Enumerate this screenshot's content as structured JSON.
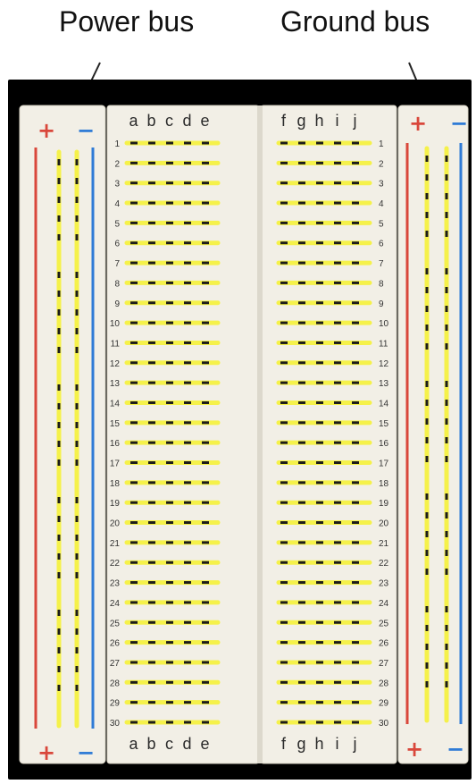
{
  "labels": {
    "power": "Power bus",
    "ground": "Ground bus"
  },
  "board": {
    "left_letters": [
      "a",
      "b",
      "c",
      "d",
      "e"
    ],
    "right_letters": [
      "f",
      "g",
      "h",
      "i",
      "j"
    ],
    "rows": [
      1,
      2,
      3,
      4,
      5,
      6,
      7,
      8,
      9,
      10,
      11,
      12,
      13,
      14,
      15,
      16,
      17,
      18,
      19,
      20,
      21,
      22,
      23,
      24,
      25,
      26,
      27,
      28,
      29,
      30
    ],
    "plus_sign": "+",
    "minus_sign": "−"
  },
  "colors": {
    "board": "#f2efe6",
    "strip": "#f5f14a",
    "hole": "#1b1b1b",
    "positive_rail": "#d9473b",
    "negative_rail": "#2f7bd6",
    "frame": "#000000"
  }
}
